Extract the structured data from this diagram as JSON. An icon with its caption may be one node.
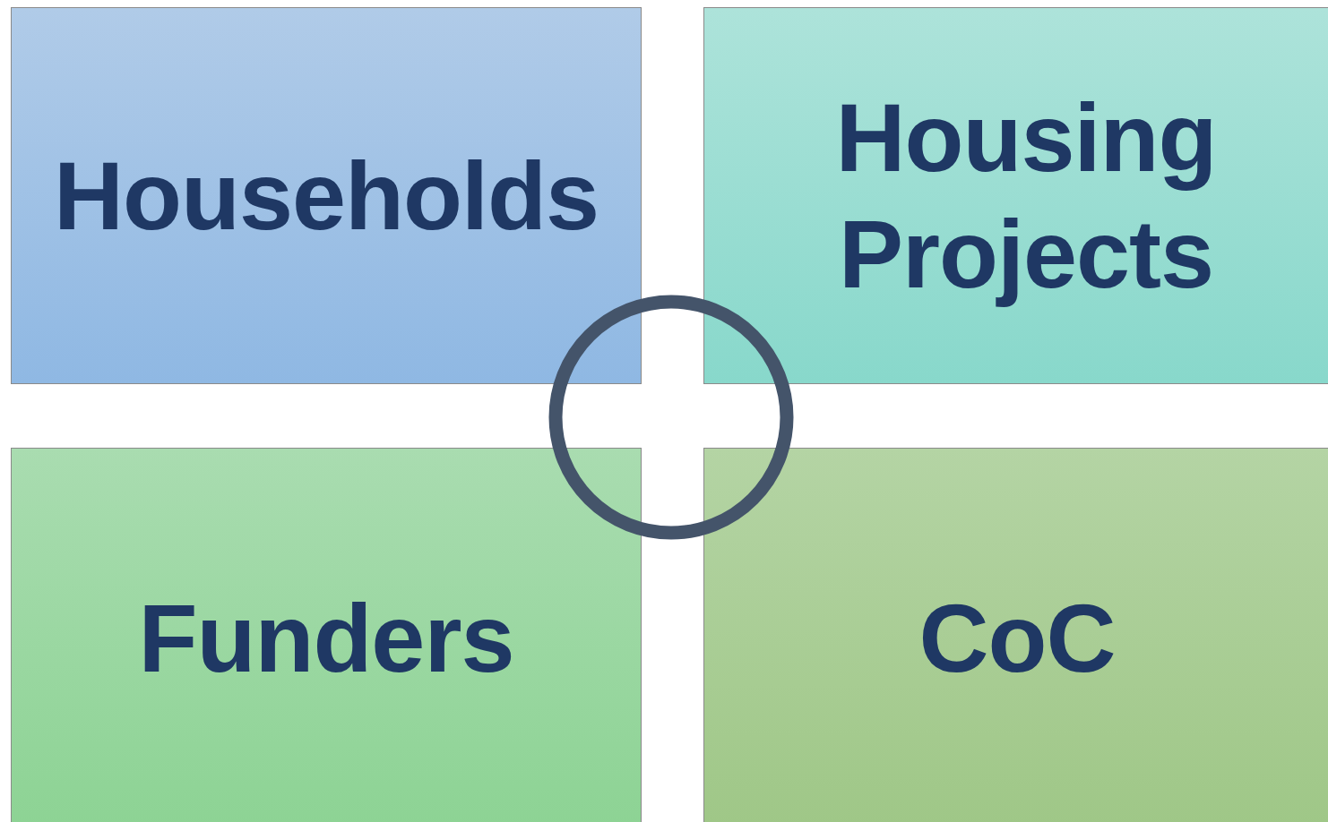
{
  "diagram": {
    "nodes": [
      {
        "text": [
          "Households"
        ]
      },
      {
        "text": [
          "Housing Projects"
        ]
      },
      {
        "text": [
          "Funders"
        ]
      },
      {
        "text": [
          "CoC"
        ]
      },
      {
        "text": [],
        "shape": "circle"
      }
    ]
  }
}
